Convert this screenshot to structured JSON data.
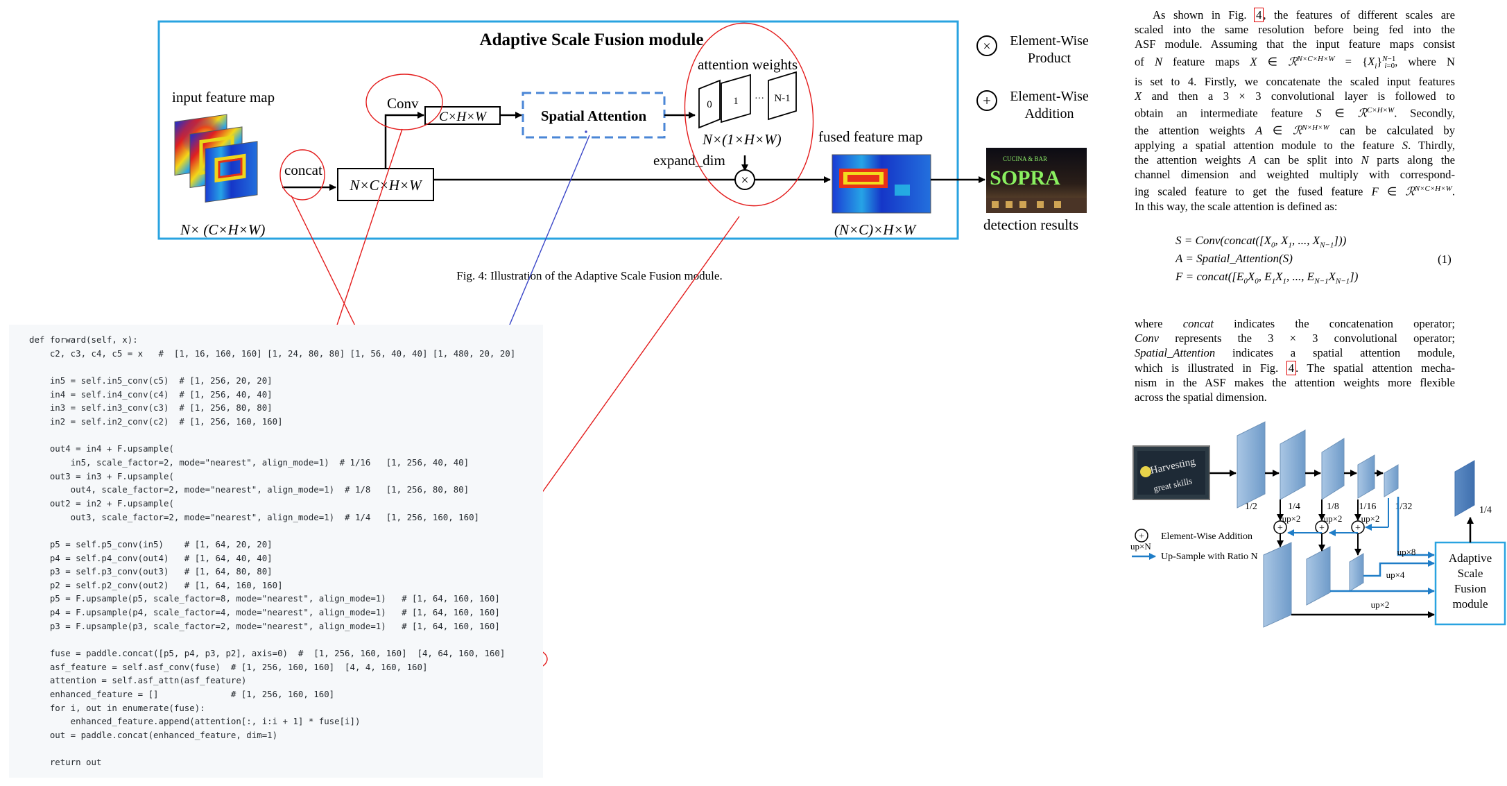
{
  "figure": {
    "module_title": "Adaptive Scale Fusion module",
    "input_label": "input feature map",
    "input_dims": "N× (C×H×W)",
    "concat_label": "concat",
    "conv_label": "Conv",
    "conv_output": "C×H×W",
    "concat_output": "N×C×H×W",
    "spatial_attention": "Spatial Attention",
    "attention_weights_label": "attention weights",
    "attention_slices": [
      "0",
      "1",
      "···",
      "N-1"
    ],
    "attention_dims": "N×(1×H×W)",
    "expand_dim": "expand_dim",
    "multiply_symbol": "×",
    "fused_label": "fused feature map",
    "fused_dims": "(N×C)×H×W",
    "detection_label": "detection results",
    "detection_sign_big": "SOPRA",
    "detection_sign_small": "CUCINA & BAR",
    "legend": {
      "product_symbol": "×",
      "product_line1": "Element-Wise",
      "product_line2": "Product",
      "addition_symbol": "+",
      "addition_line1": "Element-Wise",
      "addition_line2": "Addition"
    },
    "caption": "Fig. 4: Illustration of the Adaptive Scale Fusion module."
  },
  "code": [
    "def forward(self, x):",
    "    c2, c3, c4, c5 = x   #  [1, 16, 160, 160] [1, 24, 80, 80] [1, 56, 40, 40] [1, 480, 20, 20]",
    "",
    "    in5 = self.in5_conv(c5)  # [1, 256, 20, 20]",
    "    in4 = self.in4_conv(c4)  # [1, 256, 40, 40]",
    "    in3 = self.in3_conv(c3)  # [1, 256, 80, 80]",
    "    in2 = self.in2_conv(c2)  # [1, 256, 160, 160]",
    "",
    "    out4 = in4 + F.upsample(",
    "        in5, scale_factor=2, mode=\"nearest\", align_mode=1)  # 1/16   [1, 256, 40, 40]",
    "    out3 = in3 + F.upsample(",
    "        out4, scale_factor=2, mode=\"nearest\", align_mode=1)  # 1/8   [1, 256, 80, 80]",
    "    out2 = in2 + F.upsample(",
    "        out3, scale_factor=2, mode=\"nearest\", align_mode=1)  # 1/4   [1, 256, 160, 160]",
    "",
    "    p5 = self.p5_conv(in5)    # [1, 64, 20, 20]",
    "    p4 = self.p4_conv(out4)   # [1, 64, 40, 40]",
    "    p3 = self.p3_conv(out3)   # [1, 64, 80, 80]",
    "    p2 = self.p2_conv(out2)   # [1, 64, 160, 160]",
    "    p5 = F.upsample(p5, scale_factor=8, mode=\"nearest\", align_mode=1)   # [1, 64, 160, 160]",
    "    p4 = F.upsample(p4, scale_factor=4, mode=\"nearest\", align_mode=1)   # [1, 64, 160, 160]",
    "    p3 = F.upsample(p3, scale_factor=2, mode=\"nearest\", align_mode=1)   # [1, 64, 160, 160]",
    "",
    "    fuse = paddle.concat([p5, p4, p3, p2], axis=0)  #  [1, 256, 160, 160]  [4, 64, 160, 160]",
    "    asf_feature = self.asf_conv(fuse)  # [1, 256, 160, 160]  [4, 4, 160, 160]",
    "    attention = self.asf_attn(asf_feature)",
    "    enhanced_feature = []              # [1, 256, 160, 160]",
    "    for i, out in enumerate(fuse):",
    "        enhanced_feature.append(attention[:, i:i + 1] * fuse[i])",
    "    out = paddle.concat(enhanced_feature, dim=1)",
    "",
    "    return out"
  ],
  "paper": {
    "para1": [
      "As shown in Fig. 4, the features of different scales are",
      "scaled into the same resolution before being fed into the",
      "ASF module. Assuming that the input feature maps consist",
      "of N feature maps X ∈ ℛ^{N×C×H×W} = {X_i}_{i=0}^{N−1}, where N",
      "is set to 4. Firstly, we concatenate the scaled input features",
      "X and then a 3 × 3 convolutional layer is followed to",
      "obtain an intermediate feature S ∈ ℛ^{C×H×W}. Secondly,",
      "the attention weights A ∈ ℛ^{N×H×W} can be calculated by",
      "applying a spatial attention module to the feature S. Thirdly,",
      "the attention weights A can be split into N parts along the",
      "channel dimension and weighted multiply with correspond-",
      "ing scaled feature to get the fused feature F ∈ ℛ^{N×C×H×W}.",
      "In this way, the scale attention is defined as:"
    ],
    "ref_number": "4",
    "equations": [
      "S = Conv(concat([X_0, X_1, ..., X_{N−1}]))",
      "A = Spatial_Attention(S)",
      "F = concat([E_0X_0, E_1X_1, ..., E_{N−1}X_{N−1}])"
    ],
    "equation_number": "(1)",
    "para2": [
      "where concat indicates the concatenation operator;",
      "Conv represents the 3 × 3 convolutional operator;",
      "Spatial_Attention indicates a spatial attention module,",
      "which is illustrated in Fig. 4. The spatial attention mecha-",
      "nism in the ASF makes the attention weights more flexible",
      "across the spatial dimension."
    ]
  },
  "fpn": {
    "thumbnail_text_1": "Harvesting",
    "thumbnail_text_2": "great skills",
    "scales": [
      "1/2",
      "1/4",
      "1/8",
      "1/16",
      "1/32"
    ],
    "ups": [
      "up×2",
      "up×2",
      "up×2"
    ],
    "right_scale": "1/4",
    "fuse_ups": [
      "up×8",
      "up×4",
      "up×2"
    ],
    "asf_box": [
      "Adaptive",
      "Scale",
      "Fusion",
      "module"
    ],
    "legend_add": "Element-Wise Addition",
    "legend_up_label": "up×N",
    "legend_up": "Up-Sample with Ratio N",
    "colors": {
      "feature_blue": "#8fb4d8",
      "arrow_blue": "#1f7dc7",
      "frame_blue": "#29a3e0",
      "annotation_red": "#e31b1b",
      "annotation_blue": "#3a46c8"
    }
  }
}
